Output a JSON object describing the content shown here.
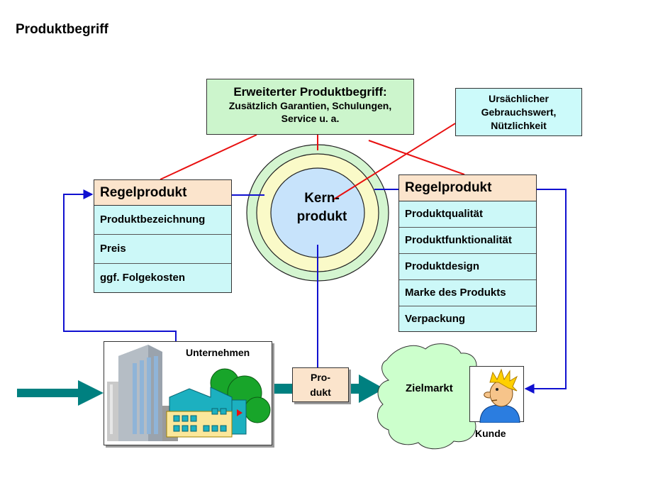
{
  "title": "Produktbegriff",
  "extended": {
    "title": "Erweiterter Produktbegriff:",
    "line1": "Zusätzlich Garantien, Schulungen,",
    "line2": "Service u. a."
  },
  "cause": {
    "line1": "Ursächlicher",
    "line2": "Gebrauchswert,",
    "line3": "Nützlichkeit"
  },
  "core": {
    "line1": "Kern-",
    "line2": "produkt"
  },
  "left_table": {
    "header": "Regelprodukt",
    "rows": [
      "Produktbezeichnung",
      "Preis",
      "ggf. Folgekosten"
    ]
  },
  "right_table": {
    "header": "Regelprodukt",
    "rows": [
      "Produktqualität",
      "Produktfunktionalität",
      "Produktdesign",
      "Marke des Produkts",
      "Verpackung"
    ]
  },
  "company": {
    "label": "Unternehmen"
  },
  "product_box": {
    "line1": "Pro-",
    "line2": "dukt"
  },
  "market": {
    "label": "Zielmarkt"
  },
  "customer": {
    "label": "Kunde"
  },
  "colors": {
    "extended_fill": "#ccf5cc",
    "cause_fill": "#ccfafa",
    "table_fill": "#ccf8f8",
    "header_fill": "#fbe4cc",
    "ring_outer": "#d4f5d0",
    "ring_middle": "#fafac8",
    "core_fill": "#c7e3fb",
    "connector_red": "#e81010",
    "connector_blue": "#1010d0",
    "flow_arrow": "#008080",
    "market_fill": "#ccffcc"
  }
}
